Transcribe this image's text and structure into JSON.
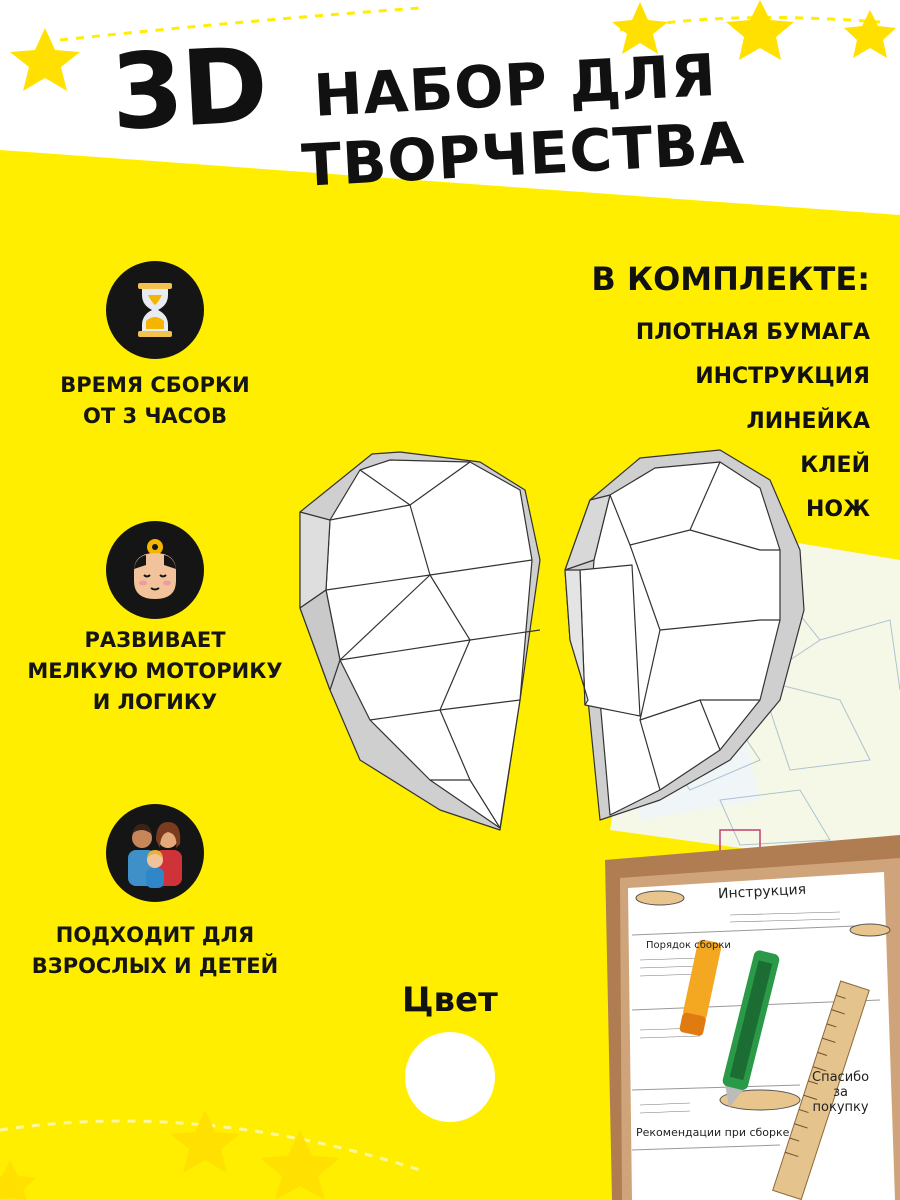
{
  "header": {
    "title_3d": "3D",
    "title_line1": "НАБОР ДЛЯ",
    "title_line2": "ТВОРЧЕСТВА"
  },
  "features": [
    {
      "icon": "hourglass-icon",
      "line1": "ВРЕМЯ СБОРКИ",
      "line2": "ОТ 3 ЧАСОВ"
    },
    {
      "icon": "head-gear-icon",
      "line1": "РАЗВИВАЕТ",
      "line2": "МЕЛКУЮ МОТОРИКУ",
      "line3": "И ЛОГИКУ"
    },
    {
      "icon": "family-icon",
      "line1": "ПОДХОДИТ ДЛЯ",
      "line2": "ВЗРОСЛЫХ И ДЕТЕЙ"
    }
  ],
  "kit": {
    "title": "В КОМПЛЕКТЕ:",
    "items": [
      "ПЛОТНАЯ БУМАГА",
      "ИНСТРУКЦИЯ",
      "ЛИНЕЙКА",
      "КЛЕЙ",
      "НОЖ"
    ]
  },
  "color": {
    "label": "Цвет",
    "value": "#ffffff"
  },
  "box": {
    "instruction_title": "Инструкция",
    "section_assembly": "Порядок сборки",
    "section_recommendations": "Рекомендации при сборке",
    "thanks_line1": "Спасибо",
    "thanks_line2": "за",
    "thanks_line3": "покупку"
  },
  "colors": {
    "accent_yellow": "#ffee00",
    "text_dark": "#151515"
  }
}
